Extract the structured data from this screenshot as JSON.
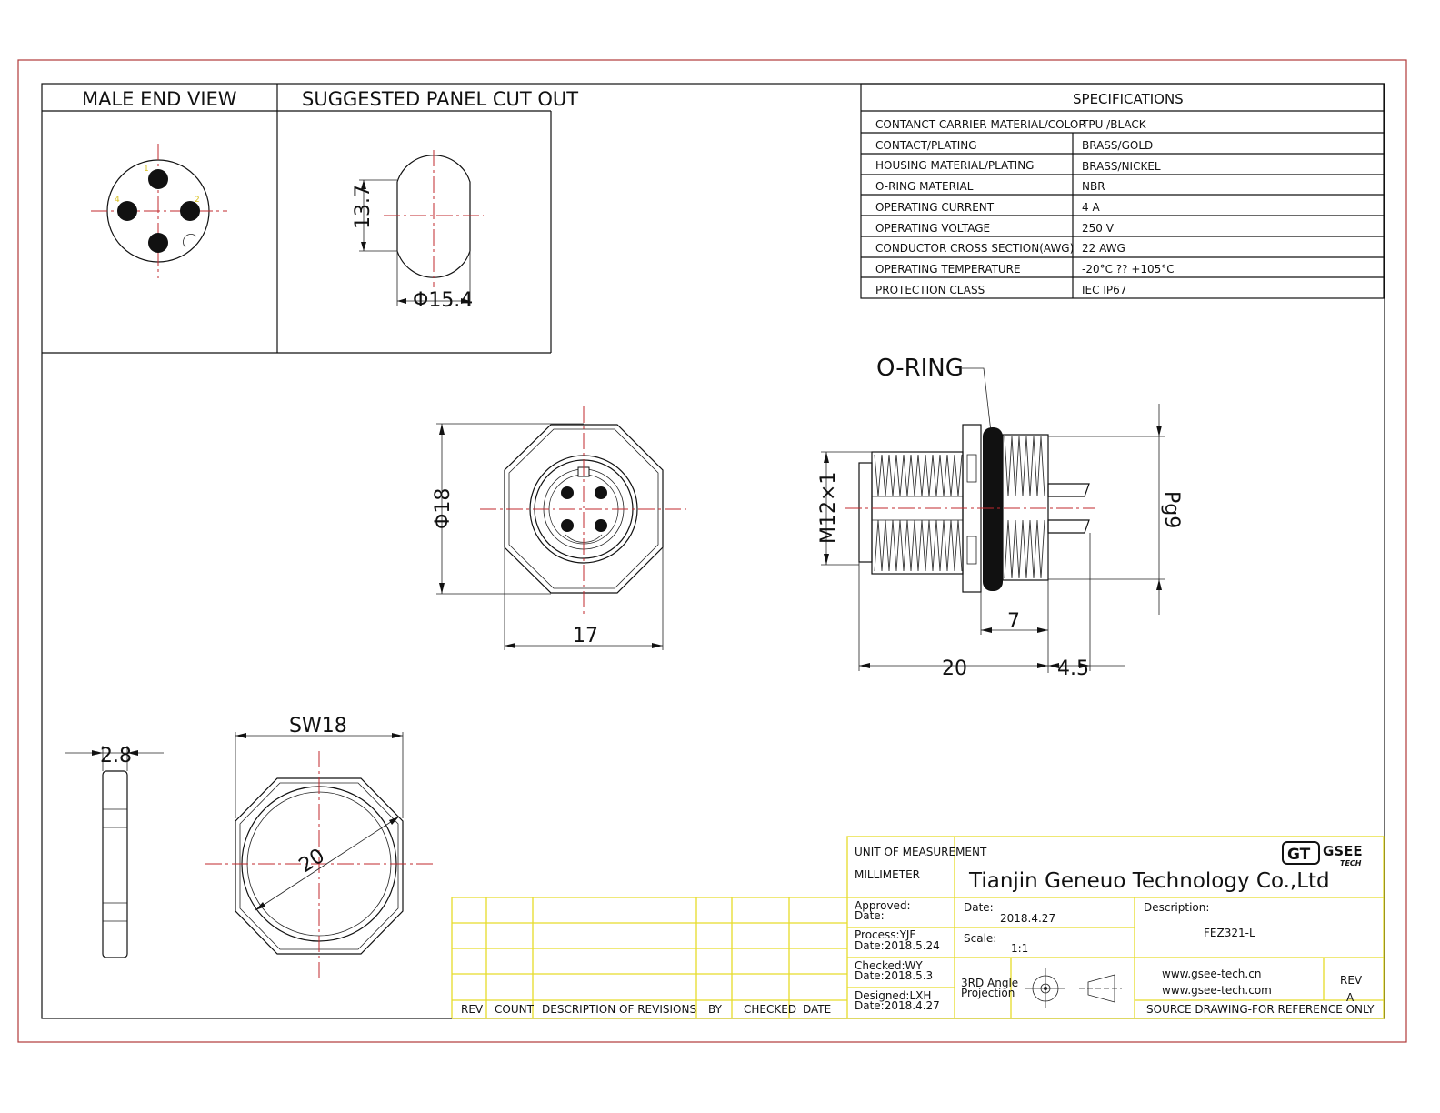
{
  "views": {
    "male_end_view": "MALE END VIEW",
    "panel_cut_out": "SUGGESTED PANEL CUT OUT",
    "cutout_height": "13.7",
    "cutout_diameter": "Φ15.4"
  },
  "specifications": {
    "title": "SPECIFICATIONS",
    "rows": [
      {
        "label": "CONTANCT CARRIER MATERIAL/COLOR",
        "value": "TPU /BLACK"
      },
      {
        "label": "CONTACT/PLATING",
        "value": "BRASS/GOLD"
      },
      {
        "label": "HOUSING MATERIAL/PLATING",
        "value": "BRASS/NICKEL"
      },
      {
        "label": "O-RING  MATERIAL",
        "value": "NBR"
      },
      {
        "label": "OPERATING CURRENT",
        "value": "4 A"
      },
      {
        "label": "OPERATING VOLTAGE",
        "value": "250 V"
      },
      {
        "label": "CONDUCTOR  CROSS  SECTION(AWG)",
        "value": "22 AWG"
      },
      {
        "label": "OPERATING TEMPERATURE",
        "value": "-20°C ?? +105°C"
      },
      {
        "label": "PROTECTION CLASS",
        "value": "IEC   IP67"
      }
    ]
  },
  "dimensions": {
    "front_diameter": "Φ18",
    "front_width": "17",
    "oring_label": "O-RING",
    "thread": "M12×1",
    "pg": "Pg9",
    "len_7": "7",
    "len_20": "20",
    "len_4_5": "4.5",
    "nut_thickness": "2.8",
    "nut_sw": "SW18",
    "nut_diameter": "20"
  },
  "revisions": {
    "headers": [
      "REV",
      "COUNT",
      "DESCRIPTION  OF  REVISIONS",
      "BY",
      "CHECKED",
      "DATE"
    ]
  },
  "title_block": {
    "unit_label": "UNIT OF MEASUREMENT",
    "unit_value": "MILLIMETER",
    "company": "Tianjin Geneuo Technology Co.,Ltd",
    "logo_mark": "GT",
    "logo_text": "GSEE",
    "logo_sub": "TECH",
    "approved_label": "Approved:",
    "approved_date": "Date:",
    "process_label": "Process:YJF",
    "process_date": "Date:2018.5.24",
    "checked_label": "Checked:WY",
    "checked_date": "Date:2018.5.3",
    "designed_label": "Designed:LXH",
    "designed_date": "Date:2018.4.27",
    "date_label": "Date:",
    "date_value": "2018.4.27",
    "scale_label": "Scale:",
    "scale_value": "1:1",
    "projection_1": "3RD Angle",
    "projection_2": "Projection",
    "description_label": "Description:",
    "description_value": "FEZ321-L",
    "website_1": "www.gsee-tech.cn",
    "website_2": "www.gsee-tech.com",
    "rev_label": "REV",
    "rev_value": "A",
    "source_note": "SOURCE DRAWING-FOR REFERENCE ONLY"
  },
  "colors": {
    "frame": "#b03a3a",
    "centerline": "#c0282d",
    "title_block_lines": "#e6dc2a",
    "ink": "#111111"
  }
}
